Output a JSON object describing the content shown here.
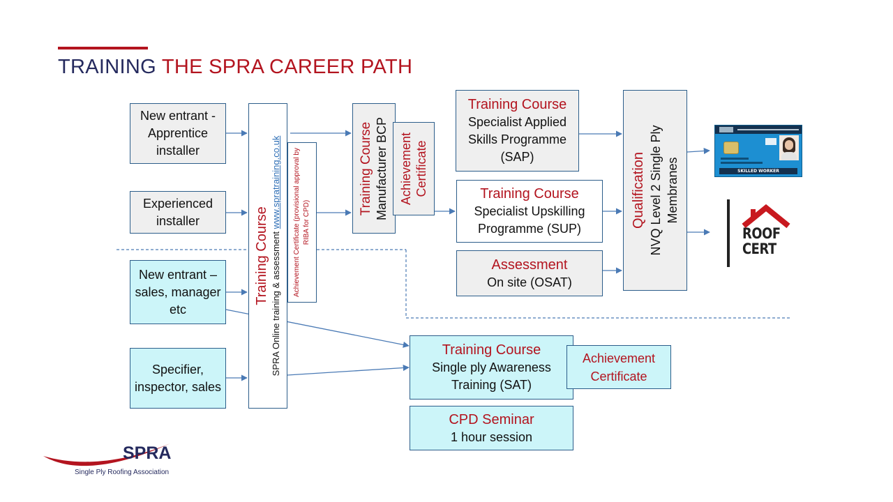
{
  "header": {
    "title_part1": "TRAINING",
    "title_part2": "THE SPRA CAREER PATH",
    "title_color_1": "#252a5e",
    "title_color_2": "#b3141f"
  },
  "entry_boxes": [
    {
      "label": "New entrant - Apprentice installer"
    },
    {
      "label": "Experienced installer"
    },
    {
      "label": "New entrant –sales, manager etc"
    },
    {
      "label": "Specifier, inspector, sales"
    }
  ],
  "online_course": {
    "title": "Training Course",
    "text": "SPRA Online training & assessment ",
    "url": "www.spratraining.co.uk"
  },
  "online_certificate": {
    "text": "Achievement  Certificate (provisional approval by RIBA for CPD)"
  },
  "manufacturer_course": {
    "title": "Training Course",
    "text": "Manufacturer BCP"
  },
  "manufacturer_certificate": {
    "text": "Achievement Certificate"
  },
  "sap": {
    "title": "Training Course",
    "text": "Specialist Applied Skills Programme (SAP)"
  },
  "sup": {
    "title": "Training Course",
    "text": "Specialist Upskilling Programme (SUP)"
  },
  "osat": {
    "title": "Assessment",
    "text": "On site (OSAT)"
  },
  "qualification": {
    "title": "Qualification",
    "text": "NVQ Level 2 Single Ply Membranes"
  },
  "sat": {
    "title": "Training Course",
    "text": "Single ply Awareness Training (SAT)"
  },
  "sat_certificate": {
    "text": "Achievement Certificate"
  },
  "cpd": {
    "title": "CPD Seminar",
    "text": "1 hour session"
  },
  "cscs_card": {
    "icon": "cscs-card-icon",
    "label": "SKILLED WORKER"
  },
  "roofcert": {
    "icon": "roofcert-logo",
    "line1": "ROOF",
    "line2": "CERT"
  },
  "spra_logo": {
    "name": "SPRA",
    "tagline": "Single Ply Roofing Association"
  },
  "colors": {
    "accent_red": "#b3141f",
    "navy": "#252a5e",
    "box_border": "#2c5d8a",
    "grey_fill": "#efefef",
    "cyan_fill": "#ccf5f9",
    "arrow": "#4a7ab5"
  }
}
